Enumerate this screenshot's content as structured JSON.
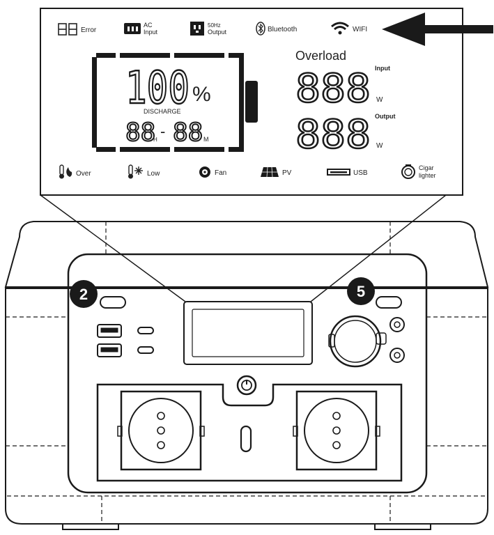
{
  "lcd": {
    "top_icons": {
      "error": "Error",
      "ac_input_line1": "AC",
      "ac_input_line2": "Input",
      "output_line1": "50Hz",
      "output_line2": "Output",
      "bluetooth": "Bluetooth",
      "wifi": "WIFI"
    },
    "battery": {
      "percent_digits": "100",
      "percent_sign": "%",
      "mode": "DISCHARGE",
      "time_hours": "88",
      "time_sep": "-",
      "time_minutes": "88",
      "hours_unit": "H",
      "minutes_unit": "M"
    },
    "overload": "Overload",
    "input": {
      "label": "Input",
      "digits": "888",
      "unit": "W"
    },
    "output": {
      "label": "Output",
      "digits": "888",
      "unit": "W"
    },
    "bottom_icons": {
      "over": "Over",
      "low": "Low",
      "fan": "Fan",
      "pv": "PV",
      "usb": "USB",
      "cigar_line1": "Cigar",
      "cigar_line2": "lighter"
    }
  },
  "callouts": {
    "left_number": "2",
    "right_number": "5"
  },
  "colors": {
    "line": "#1a1a1a",
    "background": "#ffffff",
    "badge": "#1a1a1a"
  }
}
